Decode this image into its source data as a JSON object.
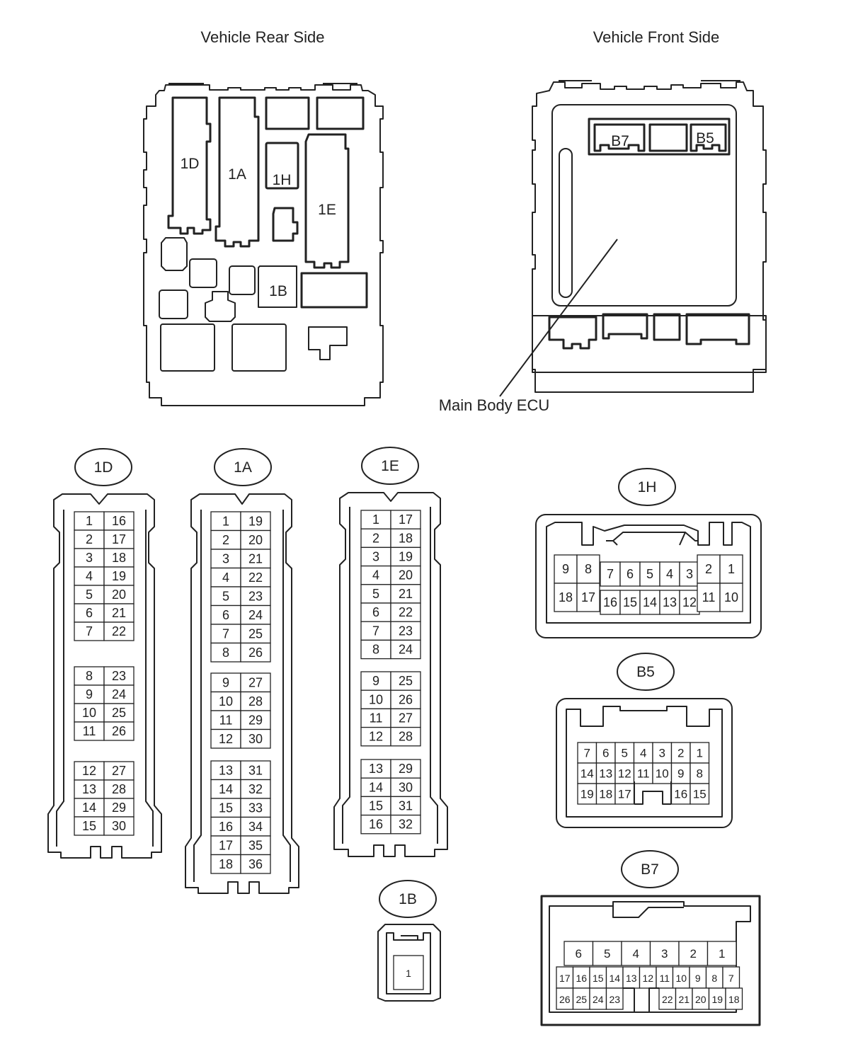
{
  "captions": {
    "rear": "Vehicle Rear Side",
    "front": "Vehicle Front Side",
    "ecu": "Main Body ECU"
  },
  "rear_labels": {
    "1D": "1D",
    "1A": "1A",
    "1H": "1H",
    "1E": "1E",
    "1B": "1B"
  },
  "front_labels": {
    "B7": "B7",
    "B5": "B5"
  },
  "connectors": {
    "1D": {
      "name": "1D",
      "groups": [
        [
          [
            1,
            16
          ],
          [
            2,
            17
          ],
          [
            3,
            18
          ],
          [
            4,
            19
          ],
          [
            5,
            20
          ],
          [
            6,
            21
          ],
          [
            7,
            22
          ]
        ],
        [
          [
            8,
            23
          ],
          [
            9,
            24
          ],
          [
            10,
            25
          ],
          [
            11,
            26
          ]
        ],
        [
          [
            12,
            27
          ],
          [
            13,
            28
          ],
          [
            14,
            29
          ],
          [
            15,
            30
          ]
        ]
      ]
    },
    "1A": {
      "name": "1A",
      "groups": [
        [
          [
            1,
            19
          ],
          [
            2,
            20
          ],
          [
            3,
            21
          ],
          [
            4,
            22
          ],
          [
            5,
            23
          ],
          [
            6,
            24
          ],
          [
            7,
            25
          ],
          [
            8,
            26
          ]
        ],
        [
          [
            9,
            27
          ],
          [
            10,
            28
          ],
          [
            11,
            29
          ],
          [
            12,
            30
          ]
        ],
        [
          [
            13,
            31
          ],
          [
            14,
            32
          ],
          [
            15,
            33
          ],
          [
            16,
            34
          ],
          [
            17,
            35
          ],
          [
            18,
            36
          ]
        ]
      ]
    },
    "1E": {
      "name": "1E",
      "groups": [
        [
          [
            1,
            17
          ],
          [
            2,
            18
          ],
          [
            3,
            19
          ],
          [
            4,
            20
          ],
          [
            5,
            21
          ],
          [
            6,
            22
          ],
          [
            7,
            23
          ],
          [
            8,
            24
          ]
        ],
        [
          [
            9,
            25
          ],
          [
            10,
            26
          ],
          [
            11,
            27
          ],
          [
            12,
            28
          ]
        ],
        [
          [
            13,
            29
          ],
          [
            14,
            30
          ],
          [
            15,
            31
          ],
          [
            16,
            32
          ]
        ]
      ]
    },
    "1H": {
      "name": "1H",
      "left": [
        [
          "9",
          "8"
        ],
        [
          "18",
          "17"
        ]
      ],
      "mid": [
        [
          "7",
          "6",
          "5",
          "4",
          "3"
        ],
        [
          "16",
          "15",
          "14",
          "13",
          "12"
        ]
      ],
      "right": [
        [
          "2",
          "1"
        ],
        [
          "11",
          "10"
        ]
      ]
    },
    "B5": {
      "name": "B5",
      "rows": [
        [
          "7",
          "6",
          "5",
          "4",
          "3",
          "2",
          "1"
        ],
        [
          "14",
          "13",
          "12",
          "11",
          "10",
          "9",
          "8"
        ],
        [
          "19",
          "18",
          "17",
          "",
          "",
          "16",
          "15"
        ]
      ]
    },
    "B7": {
      "name": "B7",
      "top": [
        "6",
        "5",
        "4",
        "3",
        "2",
        "1"
      ],
      "row2": [
        "17",
        "16",
        "15",
        "14",
        "13",
        "12",
        "11",
        "10",
        "9",
        "8",
        "7"
      ],
      "row3": [
        "26",
        "25",
        "24",
        "23",
        "",
        "",
        "",
        "22",
        "21",
        "20",
        "19",
        "18"
      ]
    },
    "1B": {
      "name": "1B",
      "pins": [
        "1"
      ]
    }
  }
}
